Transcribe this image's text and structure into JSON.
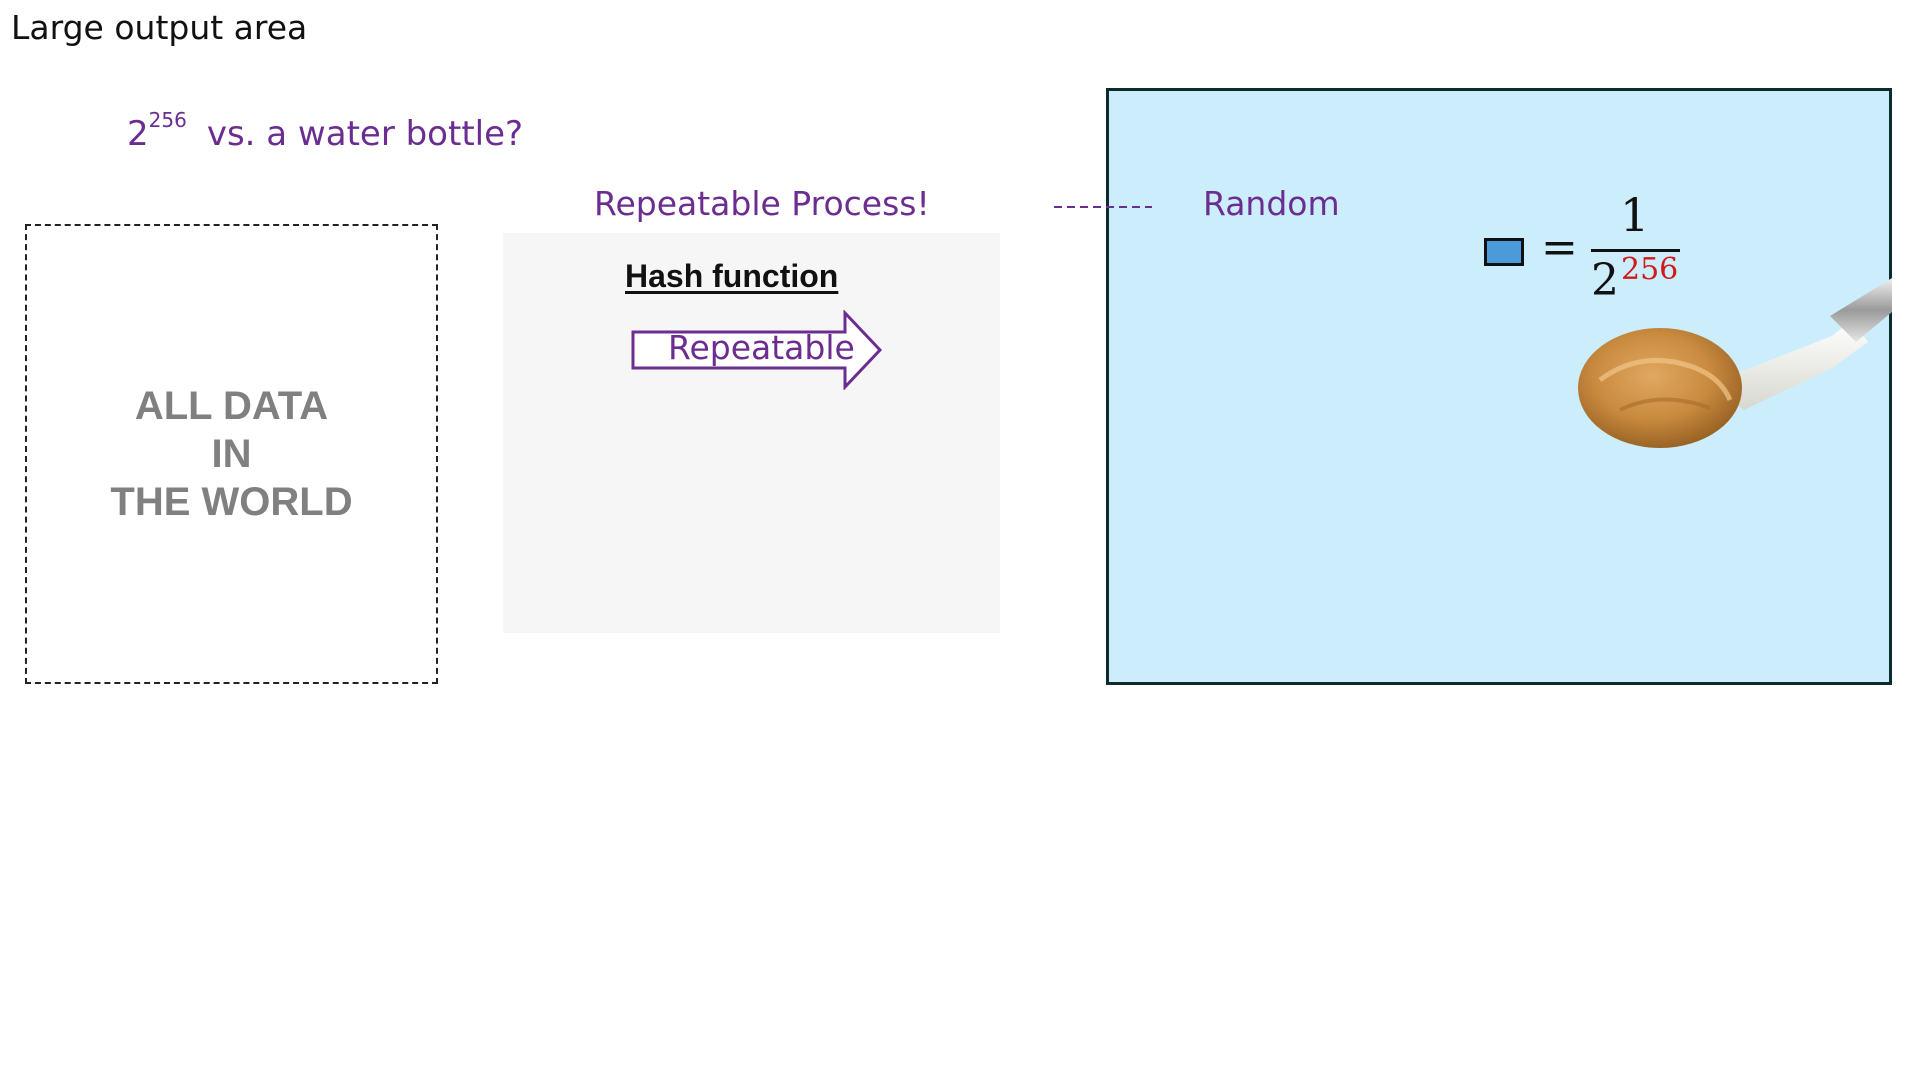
{
  "title": "Large output area",
  "question": {
    "base": "2",
    "exponent": "256",
    "text": "vs. a water bottle?"
  },
  "data_box": {
    "line1": "ALL DATA",
    "line2": "IN",
    "line3": "THE WORLD"
  },
  "repeatable_label": "Repeatable Process!",
  "hash_function": {
    "title": "Hash function ",
    "arrow_label": "Repeatable"
  },
  "random_label": "Random",
  "formula": {
    "numerator": "1",
    "denominator_base": "2",
    "denominator_exponent": "256"
  },
  "colors": {
    "purple_text": "#6b2d90",
    "panel_blue": "#cceefc",
    "square_blue": "#4c9ad8",
    "exponent_red": "#d11a1a",
    "gray_text": "#808080"
  }
}
